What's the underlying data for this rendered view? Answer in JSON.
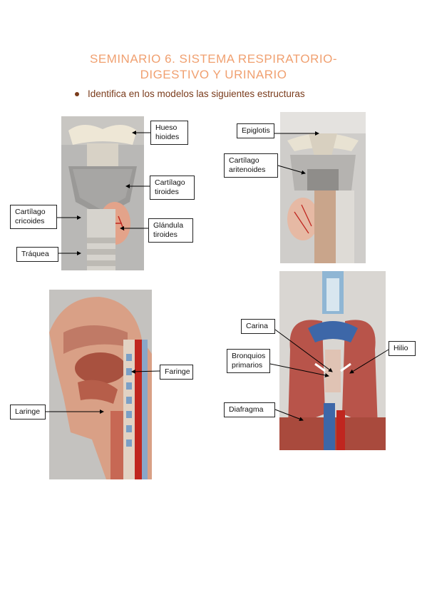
{
  "title": {
    "line1": "SEMINARIO 6. SISTEMA RESPIRATORIO-",
    "line2": "DIGESTIVO Y URINARIO"
  },
  "bullet": "Identifica en los modelos las siguientes estructuras",
  "labels": {
    "hueso_hioides": [
      "Hueso",
      "hioides"
    ],
    "cartilago_tiroides": [
      "Cartílago",
      "tiroides"
    ],
    "cartilago_cricoides": [
      "Cartílago",
      "cricoides"
    ],
    "glandula_tiroides": [
      "Glándula",
      "tiroides"
    ],
    "traquea": "Tráquea",
    "epiglotis": "Epiglotis",
    "cartilago_aritenoides": [
      "Cartílago",
      "aritenoides"
    ],
    "faringe": "Faringe",
    "laringe": "Laringe",
    "carina": "Carina",
    "hilio": "Hilio",
    "bronquios_primarios": [
      "Bronquios",
      "primarios"
    ],
    "diafragma": "Diafragma"
  },
  "colors": {
    "title": "#f0a070",
    "bullet_text": "#7a3b1b"
  }
}
